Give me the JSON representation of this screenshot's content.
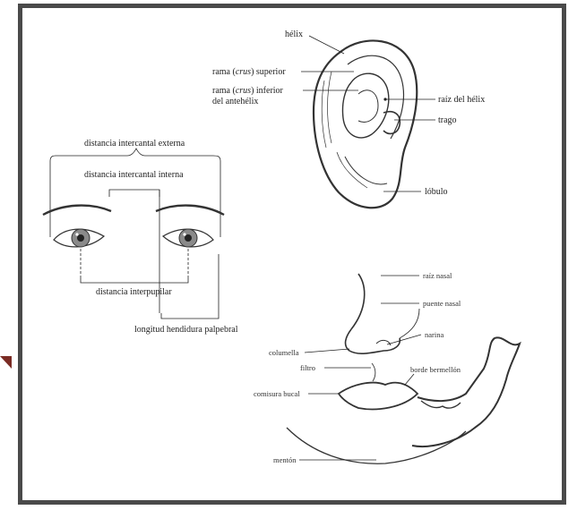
{
  "ear_labels": {
    "helix": "hélix",
    "crus_superior_pre": "rama (",
    "crus_superior_italic": "crus",
    "crus_superior_post": ") superior",
    "crus_inferior_pre": "rama (",
    "crus_inferior_italic": "crus",
    "crus_inferior_post": ") inferior",
    "crus_inferior_line2": "del antehélix",
    "helix_root": "raíz del hélix",
    "tragus": "trago",
    "lobule": "lóbulo"
  },
  "eye_labels": {
    "outer_canthal": "distancia intercantal externa",
    "inner_canthal": "distancia intercantal interna",
    "interpupillary": "distancia interpupilar",
    "palpebral_fissure": "longitud hendidura palpebral"
  },
  "face_labels": {
    "nasal_root": "raíz nasal",
    "nasal_bridge": "puente nasal",
    "nostril": "narina",
    "columella": "columella",
    "philtrum": "filtro",
    "vermilion": "borde bermellón",
    "oral_commissure": "comisura bucal",
    "chin": "mentón"
  }
}
